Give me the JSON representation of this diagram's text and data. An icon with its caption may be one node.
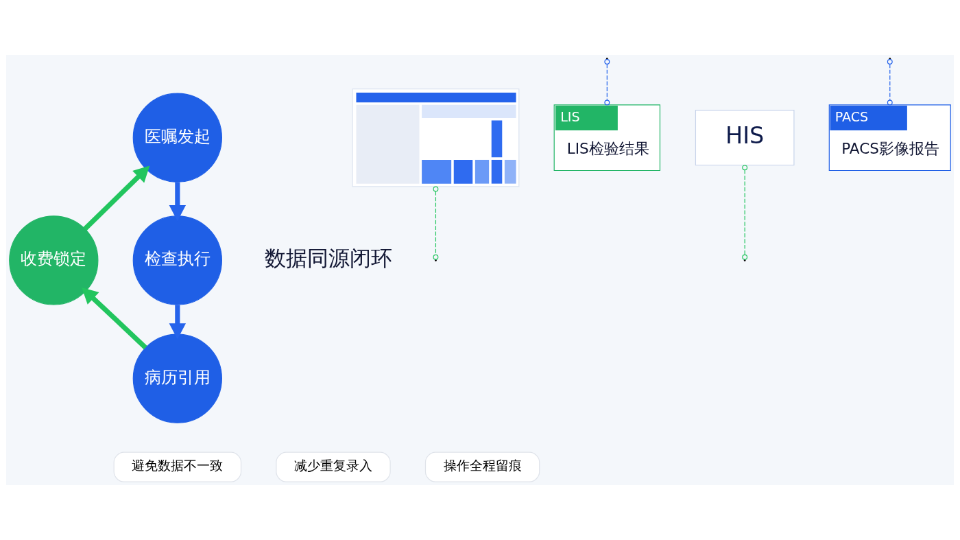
{
  "diagram": {
    "nodes": [
      {
        "text": [
          "医嘱发起"
        ]
      },
      {
        "text": [],
        "shape": "picture"
      },
      {
        "text": [
          "LIS",
          "LIS检验结果"
        ]
      },
      {
        "text": [
          "收费锁定"
        ]
      },
      {
        "text": [
          "检查执行"
        ]
      },
      {
        "text": [
          "HIS"
        ]
      },
      {
        "text": [
          "PACS",
          "PACS影像报告"
        ]
      },
      {
        "text": [
          "病历引用"
        ]
      },
      {
        "text": [
          "减少重复录入"
        ]
      },
      {
        "text": [
          "避免数据不一致"
        ]
      },
      {
        "text": [
          "操作全程留痕"
        ]
      }
    ],
    "edges": [
      {
        "from": 0,
        "to": 4,
        "arrow": "to",
        "style": "thick",
        "color": "#2563eb"
      },
      {
        "from": 4,
        "to": 7,
        "arrow": "to",
        "style": "thick",
        "color": "#2563eb"
      },
      {
        "from": 7,
        "to": 3,
        "arrow": "to",
        "style": "thick",
        "color": "#22c55e"
      },
      {
        "from": 3,
        "to": 0,
        "arrow": "to",
        "style": "thick",
        "color": "#22c55e"
      },
      {
        "from": 1,
        "to": null,
        "arrow": "other",
        "style": "dashed",
        "color": "#22c55e"
      },
      {
        "from": 5,
        "to": null,
        "arrow": "other",
        "style": "dashed",
        "color": "#22c55e"
      },
      {
        "from": null,
        "to": 2,
        "arrow": "other",
        "style": "dashed",
        "color": "#2563eb"
      },
      {
        "from": null,
        "to": 6,
        "arrow": "other",
        "style": "dashed",
        "color": "#2563eb"
      }
    ],
    "labels": [
      "数据同源闭环"
    ]
  }
}
